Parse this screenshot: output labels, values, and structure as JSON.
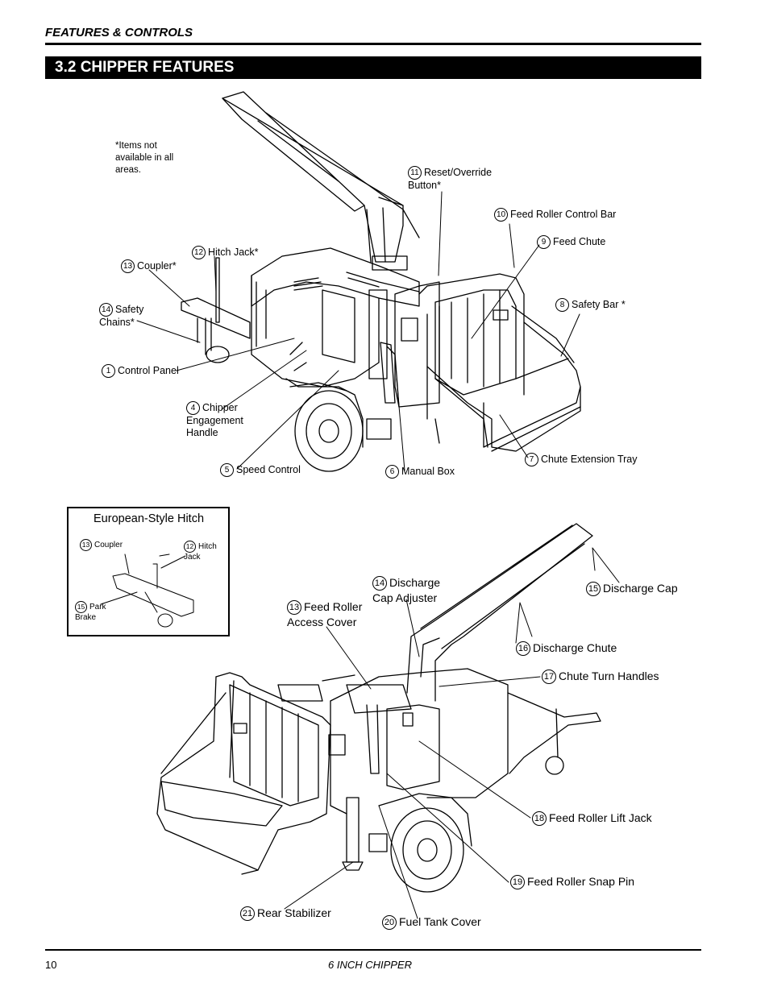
{
  "header": {
    "section": "FEATURES & CONTROLS"
  },
  "title": "3.2 CHIPPER FEATURES",
  "note": "*Items not available in all areas.",
  "top_labels": [
    {
      "num": "11",
      "text": "Reset/Override Button*"
    },
    {
      "num": "10",
      "text": "Feed Roller Control Bar"
    },
    {
      "num": "9",
      "text": "Feed Chute"
    },
    {
      "num": "12",
      "text": "Hitch Jack*"
    },
    {
      "num": "13",
      "text": "Coupler*"
    },
    {
      "num": "8",
      "text": "Safety Bar *"
    },
    {
      "num": "14",
      "text": "Safety Chains*"
    },
    {
      "num": "1",
      "text": "Control Panel"
    },
    {
      "num": "4",
      "text": "Chipper Engagement Handle"
    },
    {
      "num": "7",
      "text": "Chute Extension Tray"
    },
    {
      "num": "5",
      "text": "Speed Control"
    },
    {
      "num": "6",
      "text": "Manual Box"
    }
  ],
  "inset": {
    "title": "European-Style Hitch",
    "labels": [
      {
        "num": "13",
        "text": "Coupler"
      },
      {
        "num": "12",
        "text": "Hitch Jack"
      },
      {
        "num": "15",
        "text": "Park Brake"
      }
    ]
  },
  "bottom_labels": [
    {
      "num": "14",
      "text": "Discharge Cap Adjuster"
    },
    {
      "num": "15",
      "text": "Discharge Cap"
    },
    {
      "num": "13",
      "text": "Feed Roller Access Cover"
    },
    {
      "num": "16",
      "text": "Discharge Chute"
    },
    {
      "num": "17",
      "text": "Chute Turn Handles"
    },
    {
      "num": "18",
      "text": "Feed Roller Lift Jack"
    },
    {
      "num": "19",
      "text": "Feed Roller Snap Pin"
    },
    {
      "num": "21",
      "text": "Rear Stabilizer"
    },
    {
      "num": "20",
      "text": "Fuel Tank Cover"
    }
  ],
  "footer": {
    "page": "10",
    "title": "6 INCH CHIPPER"
  }
}
